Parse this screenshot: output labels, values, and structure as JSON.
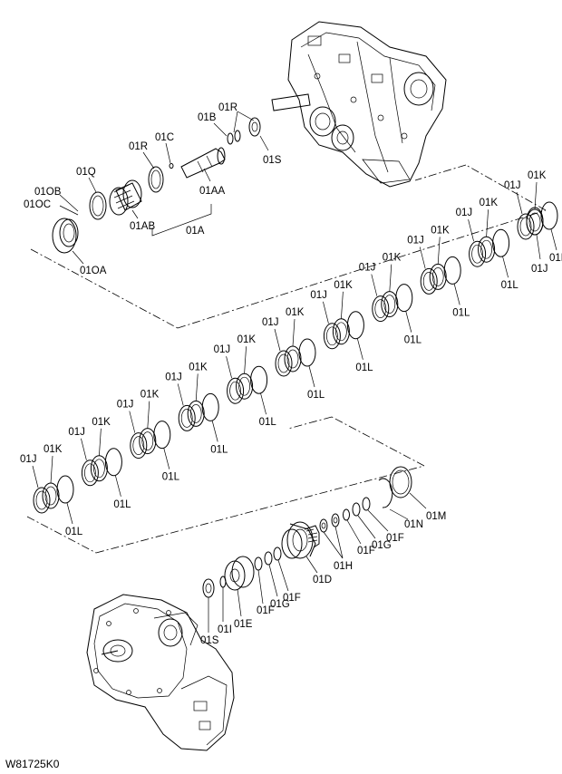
{
  "figure_code": "W81725K0",
  "labels": {
    "l_01B": "01B",
    "l_01R_top": "01R",
    "l_01R_mid": "01R",
    "l_01C": "01C",
    "l_01S_top": "01S",
    "l_01Q": "01Q",
    "l_01OB": "01OB",
    "l_01OC": "01OC",
    "l_01AA": "01AA",
    "l_01AB": "01AB",
    "l_01A": "01A",
    "l_01OA": "01OA",
    "l_01D": "01D",
    "l_01H": "01H",
    "l_01M": "01M",
    "l_01N": "01N",
    "l_01G_right": "01G",
    "l_01F_right1": "01F",
    "l_01F_right2": "01F",
    "l_01F_low": "01F",
    "l_01G_low": "01G",
    "l_01F_low2": "01F",
    "l_01E": "01E",
    "l_01I": "01I",
    "l_01S_bot": "01S"
  },
  "clutch_labels": {
    "J": "01J",
    "K": "01K",
    "L": "01L"
  }
}
